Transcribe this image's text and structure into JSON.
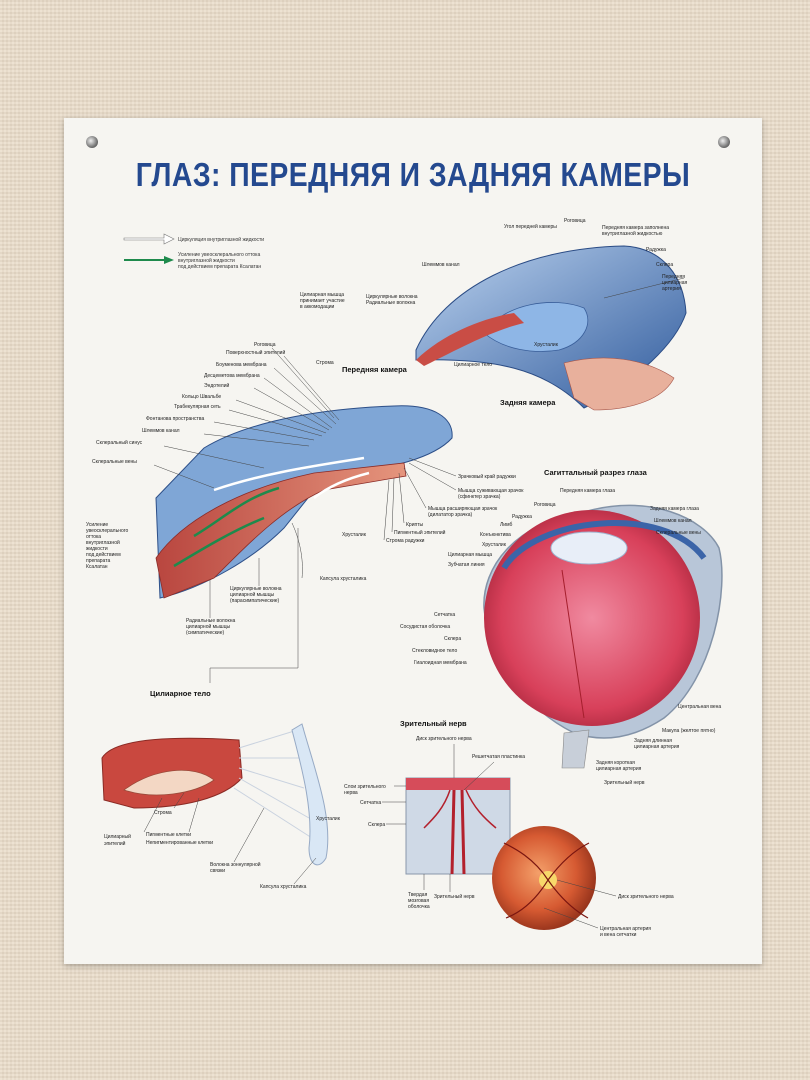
{
  "poster": {
    "title": "ГЛАЗ: ПЕРЕДНЯЯ И ЗАДНЯЯ КАМЕРЫ",
    "legend": {
      "item1": "Циркуляция внутриглазной жидкости",
      "item2_line1": "Усиление увеосклерального оттока",
      "item2_line2": "внутриглазной жидкости",
      "item2_line3": "под действием препарата Ксалатан"
    },
    "top_right": {
      "label_ugol": "Угол передней камеры",
      "label_rogovitsa": "Роговица",
      "label_perednyaya_1": "Передняя камера заполнена",
      "label_perednyaya_2": "внутриглазной жидкостью",
      "label_raduzhka": "Радужка",
      "label_sklera": "Склера",
      "label_shlemmov": "Шлеммов канал",
      "label_artery_1": "Передняя",
      "label_artery_2": "цилиарная",
      "label_artery_3": "артерия",
      "label_muscle_1": "Цилиарная мышца",
      "label_muscle_2": "принимает участие",
      "label_muscle_3": "в аккомодации",
      "label_circ_1": "Циркулярные волокна",
      "label_circ_2": "Радиальные волокна",
      "label_hrustalik": "Хрусталик",
      "label_cil_telo": "Цилиарное тело",
      "label_zadnyaya": "Задняя камера"
    },
    "middle_left": {
      "header": "Передняя камера",
      "labels": [
        "Роговица",
        "Поверхностный эпителий",
        "Боуменова мембрана",
        "Десцеметова мембрана",
        "Эндотелий",
        "Кольцо Швальбе",
        "Трабекулярная сеть",
        "Фонтанова пространства",
        "Шлеммов канал",
        "Склеральный синус",
        "Склеральные вены"
      ],
      "label_stroma": "Строма",
      "left_labels": [
        "Усиление",
        "увеосклерального",
        "оттока",
        "внутриглазной",
        "жидкости",
        "под действием",
        "препарата",
        "Ксалатан"
      ],
      "right_labels": [
        "Зрачковый край радужки",
        "Мышца суживающая зрачок",
        "(сфинктер зрачка)",
        "Мышца расширяющая зрачок",
        "(дилататор зрачка)",
        "Крипты",
        "Пигментный эпителий",
        "Строма радужки"
      ],
      "label_hrustalik": "Хрусталик",
      "label_kapsula": "Капсула хрусталика",
      "label_circ_1": "Циркулярные волокна",
      "label_circ_2": "цилиарной мышцы",
      "label_circ_3": "(парасимпатические)",
      "label_rad_1": "Радиальные волокна",
      "label_rad_2": "цилиарной мышцы",
      "label_rad_3": "(симпатические)"
    },
    "sagittal": {
      "header": "Сагиттальный разрез глаза",
      "top_labels": [
        "Роговица",
        "Передняя камера глаза",
        "Задняя камера глаза",
        "Шлеммов канал",
        "Склеральные вены"
      ],
      "left_labels": [
        "Радужка",
        "Лимб",
        "Конъюнктива",
        "Хрусталик",
        "Цилиарная мышца",
        "Зубчатая линия"
      ],
      "side_labels": [
        "Сетчатка",
        "Сосудистая оболочка",
        "Склера",
        "Стекловидное тело",
        "Гиалоидная мембрана"
      ],
      "bottom_labels": [
        "Центральная вена",
        "Макула (желтое пятно)",
        "Задняя длинная",
        "цилиарная артерия",
        "Задняя короткая",
        "цилиарная артерия",
        "Зрительный нерв"
      ]
    },
    "ciliary": {
      "header": "Цилиарное тело",
      "labels": [
        "Строма",
        "Цилиарный",
        "эпителий",
        "Пигментные клетки",
        "Непигментированные клетки",
        "Волокна зоннулярной",
        "связки",
        "Хрусталик",
        "Капсула хрусталика"
      ]
    },
    "optic": {
      "header": "Зрительный нерв",
      "labels": [
        "Диск зрительного нерва",
        "Решетчатая пластинка",
        "Слои зрительного",
        "нерва",
        "Сетчатка",
        "Склера",
        "Твердая",
        "мозговая",
        "оболочка",
        "Зрительный нерв"
      ],
      "fundus_labels": [
        "Диск зрительного нерва",
        "Центральная артерия",
        "и вена сетчатки"
      ]
    }
  }
}
